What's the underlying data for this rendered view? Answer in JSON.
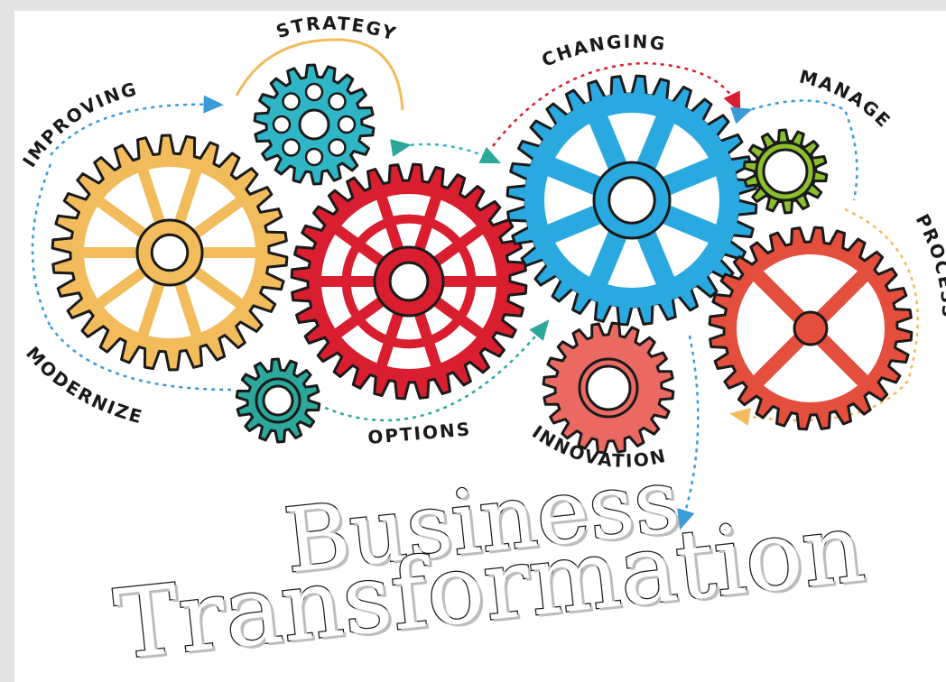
{
  "diagram": {
    "labels": {
      "strategy": "STRATEGY",
      "improving": "IMPROVING",
      "changing": "CHANGING",
      "manage": "MANAGE",
      "process": "PROCESS",
      "modernize": "MODERNIZE",
      "options": "OPTIONS",
      "innovation": "INNOVATION"
    },
    "gears": [
      {
        "name": "improving-gear",
        "color": "#f2bc5c"
      },
      {
        "name": "strategy-gear",
        "color": "#2eb6c6"
      },
      {
        "name": "options-gear",
        "color": "#d81e2f"
      },
      {
        "name": "modernize-gear",
        "color": "#2ba89a"
      },
      {
        "name": "changing-gear",
        "color": "#2aa9e0"
      },
      {
        "name": "manage-gear",
        "color": "#8cbf2e"
      },
      {
        "name": "process-gear",
        "color": "#e34e3d"
      },
      {
        "name": "innovation-gear",
        "color": "#ea6a63"
      }
    ]
  },
  "title": {
    "line1": "Business",
    "line2": "Transformation"
  }
}
